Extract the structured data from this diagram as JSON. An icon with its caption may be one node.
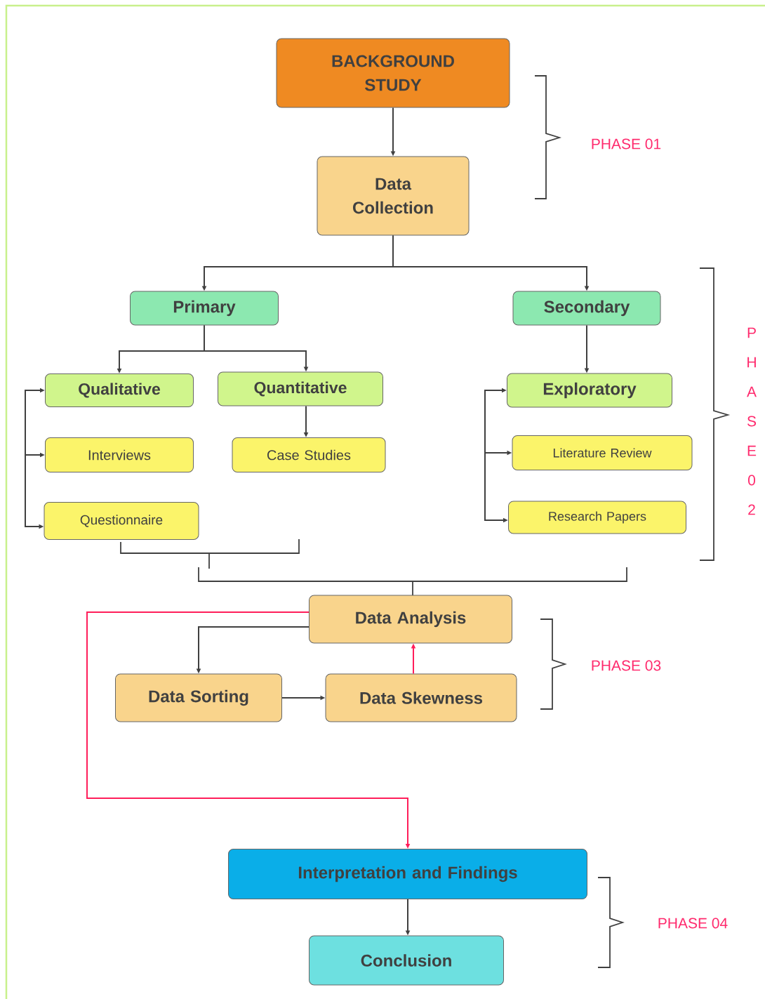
{
  "diagram": {
    "nodes": [
      {
        "text": [
          "BACKGROUND STUDY"
        ]
      },
      {
        "text": [
          "Data Collection"
        ]
      },
      {
        "text": [
          "Primary"
        ]
      },
      {
        "text": [
          "Secondary"
        ]
      },
      {
        "text": [
          "Qualitative"
        ]
      },
      {
        "text": [
          "Quantitative"
        ]
      },
      {
        "text": [
          "Interviews"
        ]
      },
      {
        "text": [
          "Case Studies"
        ]
      },
      {
        "text": [
          "Questionnaire"
        ]
      },
      {
        "text": [
          "Exploratory"
        ]
      },
      {
        "text": [
          "Literature Review"
        ]
      },
      {
        "text": [
          "Research Papers"
        ]
      },
      {
        "text": [
          "Data Analysis"
        ]
      },
      {
        "text": [
          "Data Sorting"
        ]
      },
      {
        "text": [
          "Data Skewness"
        ]
      },
      {
        "text": [
          "Interpretation and Findings"
        ]
      },
      {
        "text": [
          "Conclusion"
        ]
      }
    ],
    "edges": [
      {
        "from": 0,
        "to": 1,
        "arrow": "to"
      },
      {
        "from": 1,
        "to": 2,
        "arrow": "to"
      },
      {
        "from": 1,
        "to": 3,
        "arrow": "to"
      },
      {
        "from": 2,
        "to": 4,
        "arrow": "to"
      },
      {
        "from": 2,
        "to": 5,
        "arrow": "to"
      },
      {
        "from": 3,
        "to": 9,
        "arrow": "to"
      },
      {
        "from": 5,
        "to": 7,
        "arrow": "to"
      },
      {
        "from": null,
        "to": 4,
        "arrow": "to"
      },
      {
        "from": null,
        "to": 6,
        "arrow": "to"
      },
      {
        "from": null,
        "to": 8,
        "arrow": "to"
      },
      {
        "from": null,
        "to": 9,
        "arrow": "to"
      },
      {
        "from": null,
        "to": 10,
        "arrow": "to"
      },
      {
        "from": null,
        "to": 11,
        "arrow": "to"
      },
      {
        "from": 12,
        "to": 13,
        "arrow": "to"
      },
      {
        "from": 13,
        "to": 14,
        "arrow": "to"
      },
      {
        "from": 14,
        "to": 12,
        "arrow": "to",
        "color": "#ff1e5a"
      },
      {
        "from": 12,
        "to": 15,
        "arrow": "to",
        "color": "#ff1e5a"
      },
      {
        "from": 15,
        "to": 16,
        "arrow": "to"
      }
    ],
    "labels": [
      "PHASE 01",
      "PHASE 02",
      "PHASE 03",
      "PHASE 04"
    ]
  }
}
